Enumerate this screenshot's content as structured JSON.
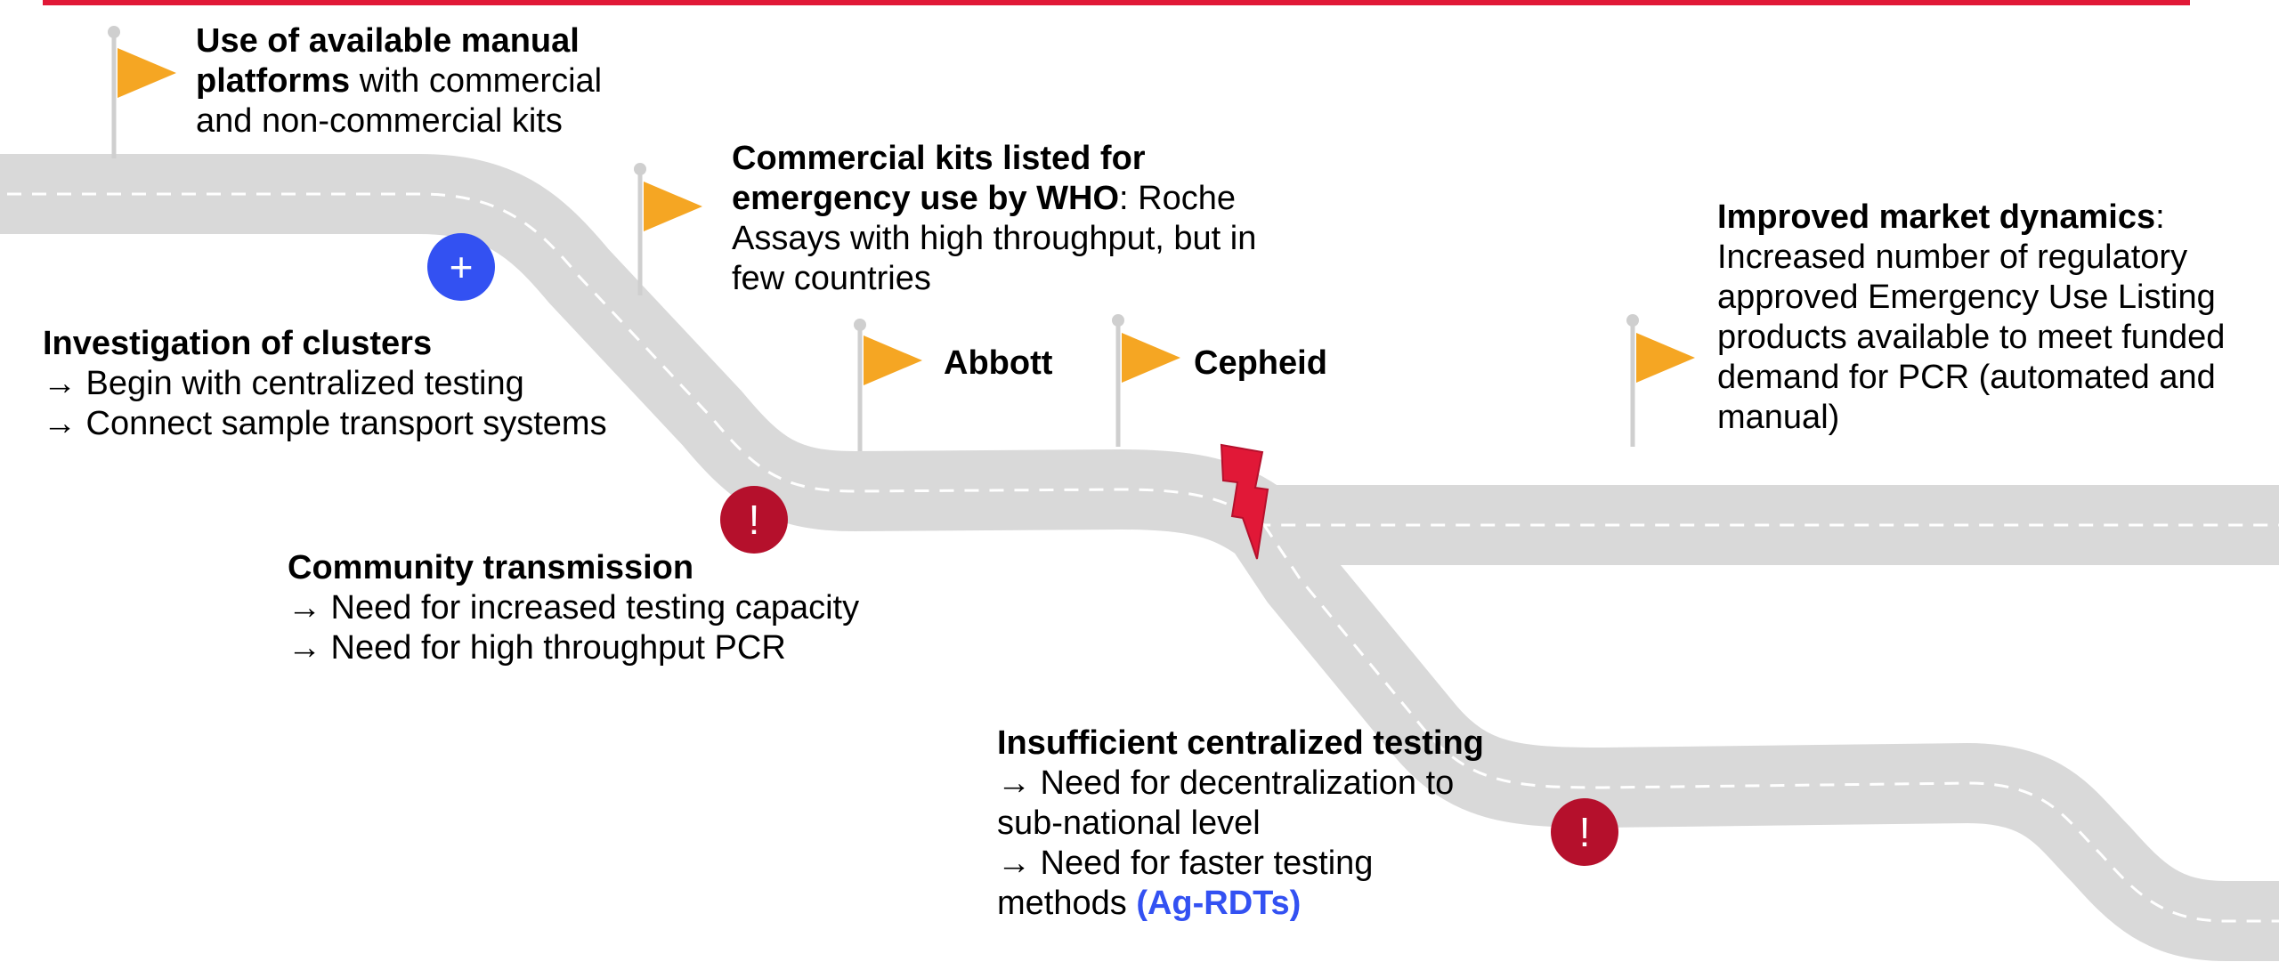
{
  "colors": {
    "accent_red": "#e11837",
    "road": "#d9d9d9",
    "flag": "#f5a623",
    "pole": "#cfcfcf",
    "plus_marker": "#3351f2",
    "alert_marker": "#b5102c",
    "highlight_blue": "#3351f2"
  },
  "icons": {
    "flag": "flag-icon",
    "plus": "plus-icon",
    "alert": "exclamation-icon",
    "lightning": "lightning-bolt-icon"
  },
  "markers": {
    "plus": "+",
    "alert": "!"
  },
  "milestones": {
    "manual_platforms": {
      "bold": "Use of available manual",
      "bold2": "platforms",
      "rest2": " with commercial",
      "line3": "and non-commercial kits"
    },
    "who_kits": {
      "bold1": "Commercial kits listed for",
      "bold2": "emergency use by WHO",
      "rest2": ": Roche",
      "line3": "Assays with high throughput, but in",
      "line4": "few countries"
    },
    "abbott": "Abbott",
    "cepheid": "Cepheid",
    "market": {
      "bold": "Improved market dynamics",
      "rest": ":",
      "line2": "Increased number of regulatory",
      "line3": "approved Emergency Use Listing",
      "line4": "products available to meet funded",
      "line5": "demand for PCR (automated and",
      "line6": "manual)"
    }
  },
  "events": {
    "clusters": {
      "title": "Investigation of clusters",
      "line1": "→ Begin with centralized testing",
      "line2": "→ Connect sample transport systems"
    },
    "community": {
      "title": "Community transmission",
      "line1": "→ Need for increased testing capacity",
      "line2": "→ Need for high throughput PCR"
    },
    "insufficient": {
      "title": "Insufficient centralized testing",
      "line1": "→ Need for decentralization to",
      "line2": "sub-national level",
      "line3": "→ Need for faster testing",
      "line4": "methods ",
      "highlight": "(Ag-RDTs)"
    }
  }
}
